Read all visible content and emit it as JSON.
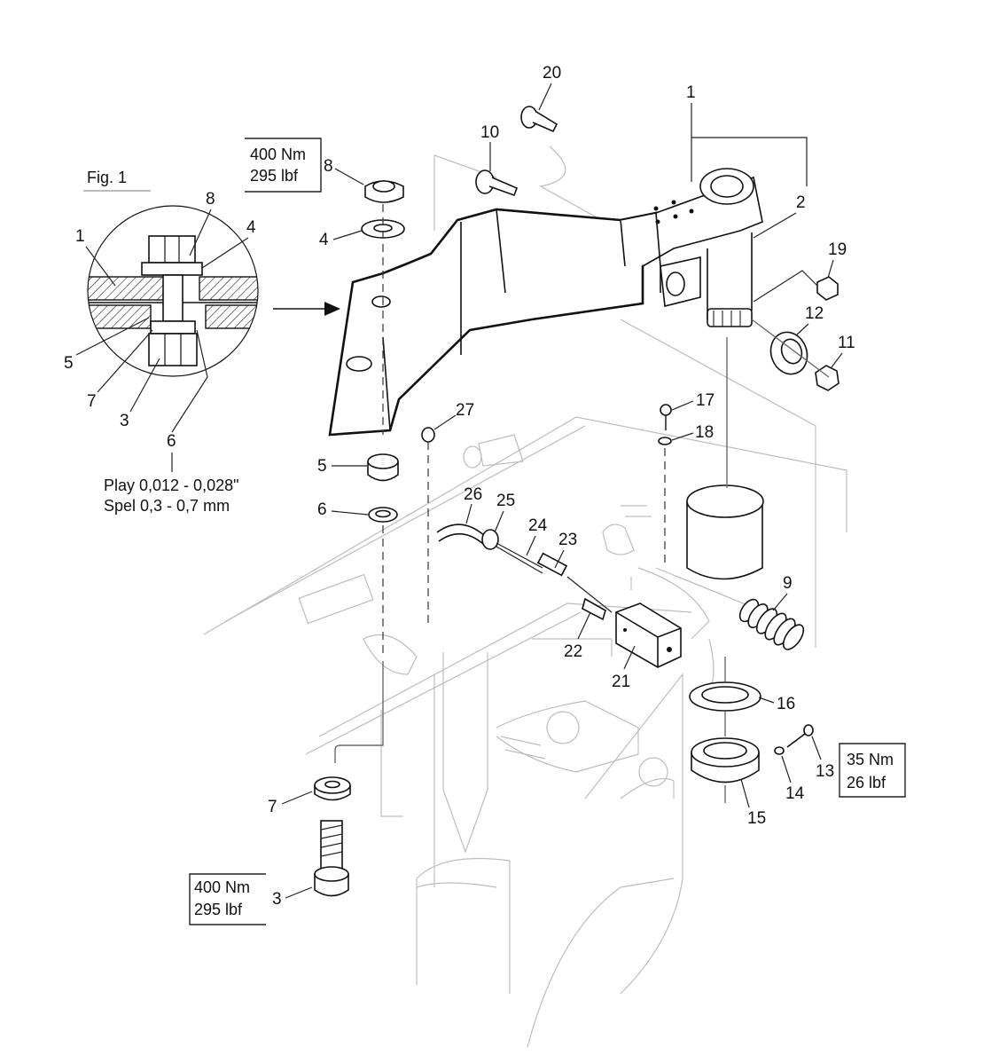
{
  "figure": {
    "label": "Fig. 1"
  },
  "detail_note": {
    "play": "Play 0,012 - 0,028\"",
    "spel": "Spel 0,3 - 0,7 mm"
  },
  "torque_specs": [
    {
      "nm": "400 Nm",
      "lbf": "295 lbf"
    },
    {
      "nm": "400 Nm",
      "lbf": "295 lbf"
    },
    {
      "nm": "35 Nm",
      "lbf": "26 lbf"
    }
  ],
  "detail_callouts": [
    "1",
    "8",
    "4",
    "5",
    "7",
    "3",
    "6"
  ],
  "part_callouts": [
    "20",
    "1",
    "10",
    "8",
    "2",
    "4",
    "19",
    "12",
    "11",
    "17",
    "27",
    "18",
    "5",
    "6",
    "26",
    "25",
    "24",
    "23",
    "9",
    "22",
    "21",
    "16",
    "7",
    "13",
    "14",
    "15",
    "3"
  ]
}
